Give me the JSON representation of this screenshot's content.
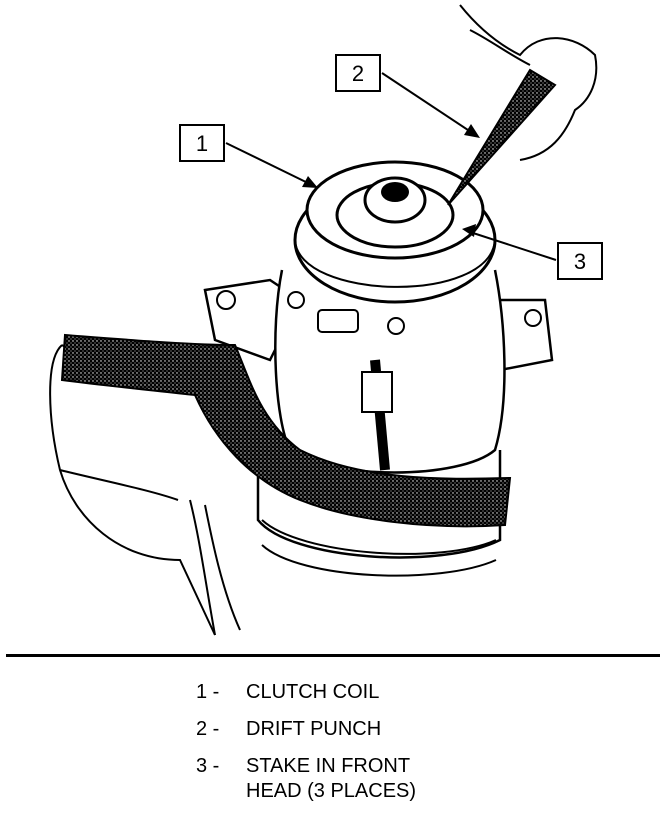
{
  "callouts": [
    {
      "number": "1"
    },
    {
      "number": "2"
    },
    {
      "number": "3"
    }
  ],
  "legend": [
    {
      "number": "1 -",
      "text": "CLUTCH COIL"
    },
    {
      "number": "2 -",
      "text": "DRIFT PUNCH"
    },
    {
      "number": "3 -",
      "text": "STAKE IN FRONT\nHEAD (3 PLACES)"
    }
  ]
}
